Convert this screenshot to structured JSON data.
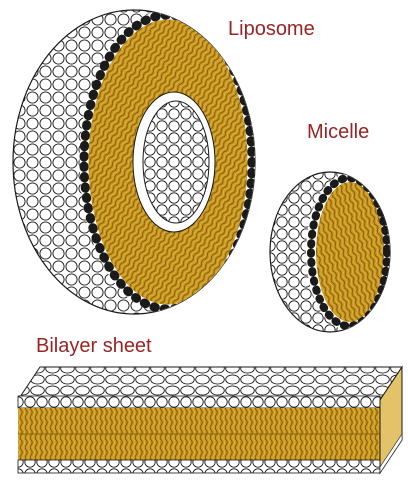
{
  "labels": {
    "liposome": "Liposome",
    "micelle": "Micelle",
    "bilayer": "Bilayer sheet"
  },
  "colors": {
    "label": "#9a2424",
    "head_fill": "#ffffff",
    "head_stroke": "#1a1a1a",
    "tail_fill": "#c9961e",
    "tail_stroke": "#7a5808"
  }
}
